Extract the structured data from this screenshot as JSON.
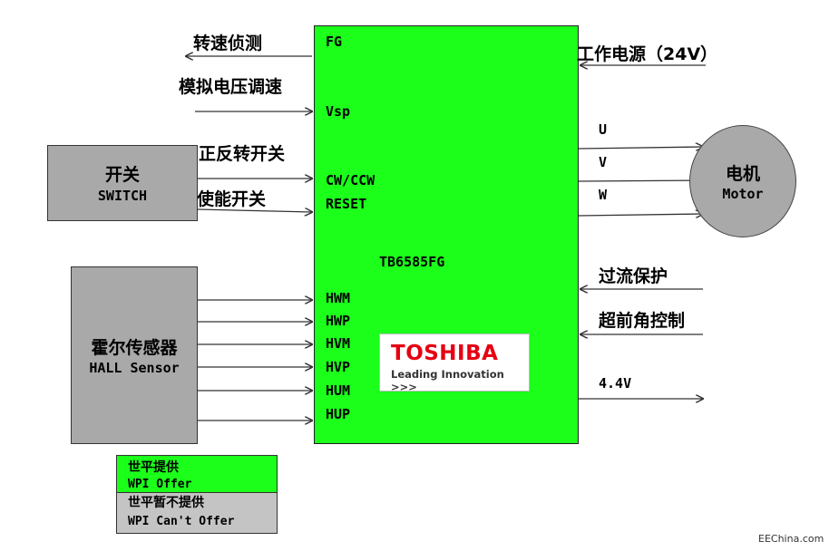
{
  "chip": {
    "name": "TB6585FG",
    "pins": {
      "fg": "FG",
      "vsp": "Vsp",
      "cwccw": "CW/CCW",
      "reset": "RESET",
      "hwm": "HWM",
      "hwp": "HWP",
      "hvm": "HVM",
      "hvp": "HVP",
      "hum": "HUM",
      "hup": "HUP"
    }
  },
  "labels": {
    "speed_detect": "转速侦测",
    "analog_speed": "模拟电压调速",
    "fwd_rev": "正反转开关",
    "enable": "使能开关",
    "power": "工作电源（24V）",
    "phase_u": "U",
    "phase_v": "V",
    "phase_w": "W",
    "overcurrent": "过流保护",
    "lead_angle": "超前角控制",
    "out_4v4": "4.4V"
  },
  "switch_box": {
    "cn": "开关",
    "en": "SWITCH"
  },
  "hall_box": {
    "cn": "霍尔传感器",
    "en": "HALL Sensor"
  },
  "motor": {
    "cn": "电机",
    "en": "Motor"
  },
  "logo": {
    "brand": "TOSHIBA",
    "tagline": "Leading Innovation >>>",
    "brand_color": "#e60012"
  },
  "legend": {
    "offer_cn": "世平提供",
    "offer_en": "WPI Offer",
    "nooffer_cn": "世平暂不提供",
    "nooffer_en": "WPI Can't Offer",
    "offer_color": "#1bff1b",
    "nooffer_color": "#c4c4c4"
  },
  "watermark": "EEChina.com"
}
